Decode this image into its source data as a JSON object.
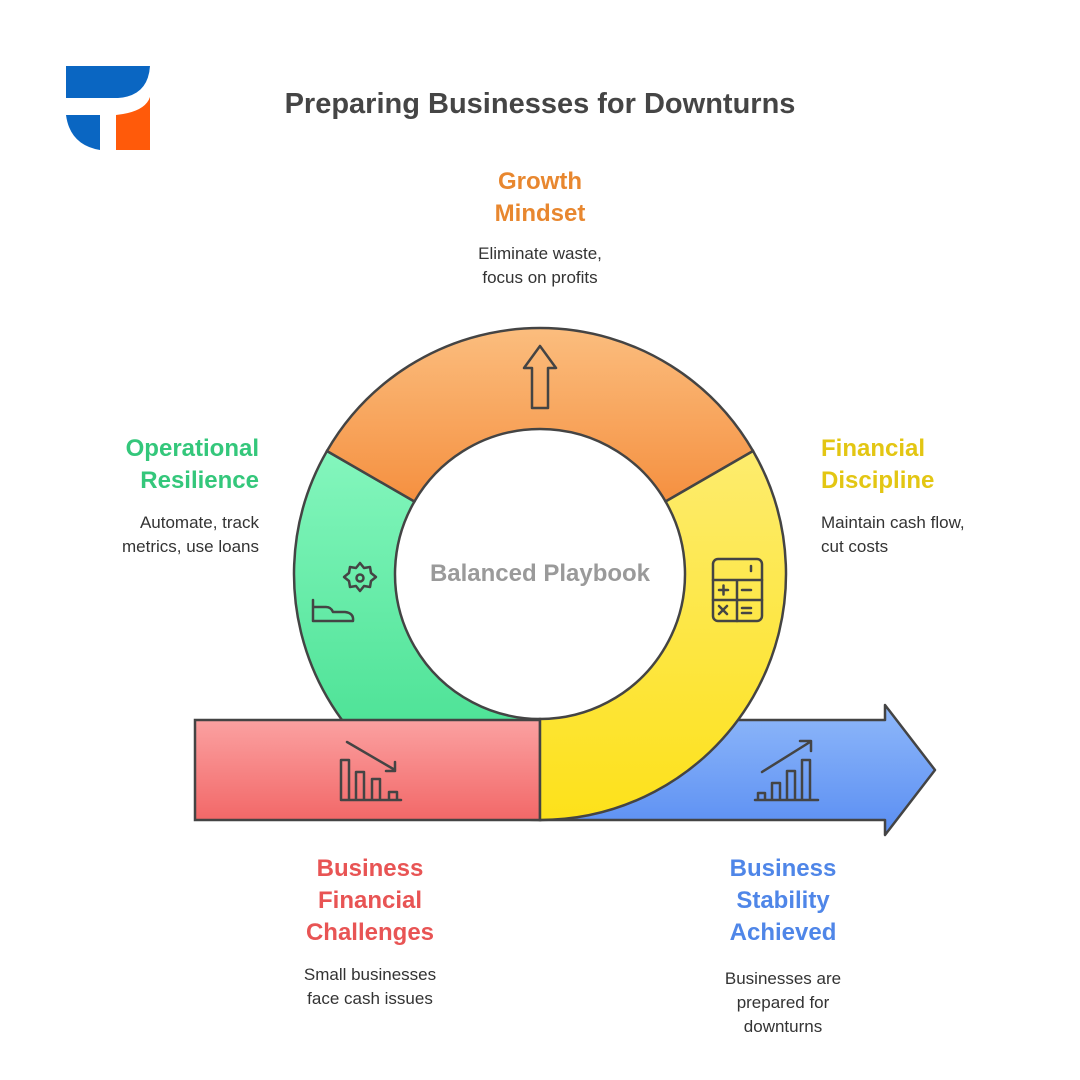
{
  "title": "Preparing Businesses for Downturns",
  "center_label": "Balanced Playbook",
  "colors": {
    "orange": "#E8872F",
    "green": "#34C77B",
    "yellow": "#E3C613",
    "red": "#E85454",
    "blue": "#4F86E8",
    "logo_blue": "#0A66C2",
    "logo_orange": "#FF5A0A"
  },
  "stages": {
    "growth": {
      "title_1": "Growth",
      "title_2": "Mindset",
      "desc_1": "Eliminate waste,",
      "desc_2": "focus on profits",
      "icon": "arrow-up-icon"
    },
    "operational": {
      "title_1": "Operational",
      "title_2": "Resilience",
      "desc_1": "Automate, track",
      "desc_2": "metrics, use loans",
      "icon": "gear-icon"
    },
    "financial": {
      "title_1": "Financial",
      "title_2": "Discipline",
      "desc_1": "Maintain cash flow,",
      "desc_2": "cut costs",
      "icon": "calculator-icon"
    },
    "challenges": {
      "title_1": "Business",
      "title_2": "Financial",
      "title_3": "Challenges",
      "desc_1": "Small businesses",
      "desc_2": "face cash issues",
      "icon": "chart-down-icon"
    },
    "stability": {
      "title_1": "Business",
      "title_2": "Stability",
      "title_3": "Achieved",
      "desc_1": "Businesses are",
      "desc_2": "prepared for",
      "desc_3": "downturns",
      "icon": "chart-up-icon"
    }
  }
}
